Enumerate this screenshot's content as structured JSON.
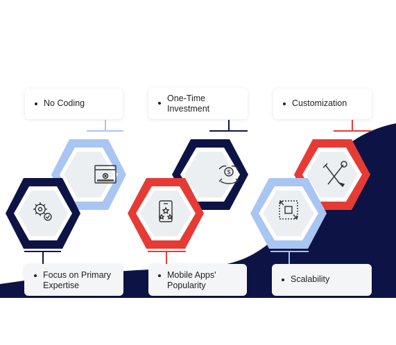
{
  "features": {
    "no_coding": "No Coding",
    "one_time_investment": "One-Time Investment",
    "customization": "Customization",
    "focus_on_primary_expertise": "Focus on Primary Expertise",
    "mobile_apps_popularity": "Mobile Apps' Popularity",
    "scalability": "Scalability"
  },
  "colors": {
    "navy": "#0d1445",
    "light_blue": "#a9c5f2",
    "red": "#e63b35",
    "hex_inner": "#eceff2"
  },
  "icons": {
    "no_coding": "browser-window-icon",
    "one_time_investment": "hand-dollar-icon",
    "customization": "wrench-pencil-icon",
    "focus_on_primary_expertise": "gear-check-icon",
    "mobile_apps_popularity": "phone-stars-icon",
    "scalability": "expand-arrows-icon"
  }
}
